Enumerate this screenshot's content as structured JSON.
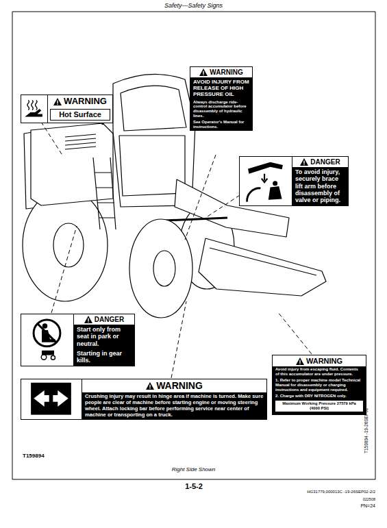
{
  "diagram": {
    "title": "Safety—Safety Signs",
    "caption": "Right Side Shown",
    "nodes": [
      {
        "text": [
          "WARNING",
          "Hot Surface"
        ]
      },
      {
        "text": [
          "WARNING",
          "AVOID INJURY FROM RELEASE OF HIGH PRESSURE OIL",
          "Always discharge ride-control accumulator before disassembly of hydraulic lines.",
          "See Operator's Manual for instructions."
        ]
      },
      {
        "text": [
          "DANGER",
          "To avoid injury, securely brace lift arm before disassembly of valve or piping."
        ]
      },
      {
        "text": [
          "DANGER",
          "Start only from seat in park or neutral.",
          "Starting in gear kills."
        ]
      },
      {
        "text": [
          "WARNING",
          "Avoid injury from escaping fluid. Contents of this accumulator are under pressure.",
          "1. Refer to proper machine model Technical Manual for disassembly or charging instructions and equipment required.",
          "2. Charge with DRY NITROGEN only.",
          "Maximum Working Pressure 27579 kPa (4000 PSI)"
        ]
      },
      {
        "text": [
          "WARNING",
          "Crushing injury may result in hinge area if machine is turned. Make sure people are clear of machine before starting engine or moving steering wheel. Attach locking bar before performing service near center of machine or transporting on a truck."
        ]
      }
    ],
    "labels": [
      "T159894",
      "1-5-2",
      "HG31779,000013C -19-26SEP02-2/2",
      "T159894 -19-26SEP02",
      "022508",
      "PN=24"
    ]
  }
}
